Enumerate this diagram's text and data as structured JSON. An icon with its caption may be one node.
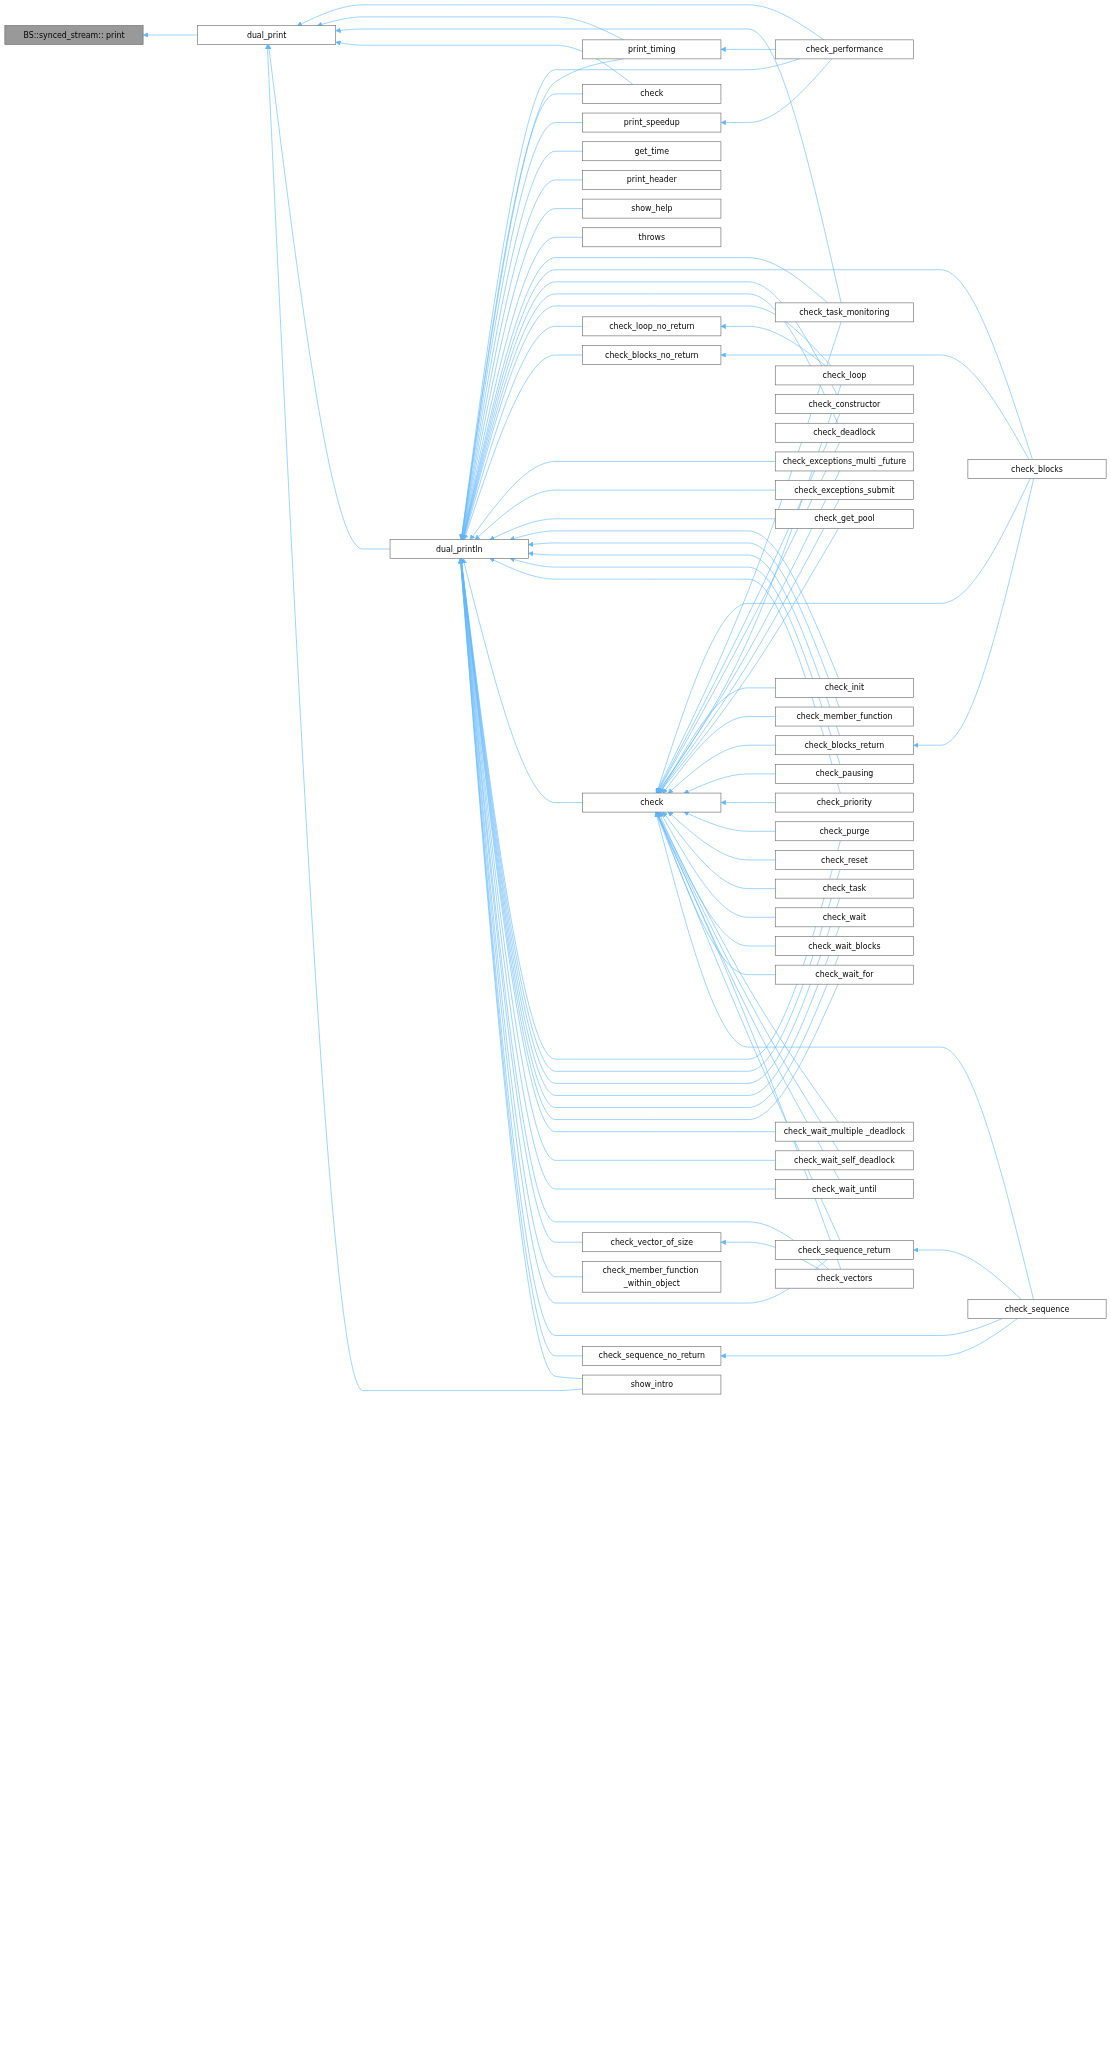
{
  "diagram": {
    "nodes": [
      {
        "text": [
          "print_timing"
        ]
      },
      {
        "text": [
          "check_performance"
        ]
      },
      {
        "text": [
          "dual_print"
        ]
      },
      {
        "text": [
          "BS::synced_stream:: print"
        ]
      },
      {
        "text": [
          "check"
        ]
      },
      {
        "text": [
          "print_speedup"
        ]
      },
      {
        "text": [
          "get_time"
        ]
      },
      {
        "text": [
          "print_header"
        ]
      },
      {
        "text": [
          "show_help"
        ]
      },
      {
        "text": [
          "throws"
        ]
      },
      {
        "text": [
          "check_task_monitoring"
        ]
      },
      {
        "text": [
          "check_constructor"
        ]
      },
      {
        "text": [
          "check_deadlock"
        ]
      },
      {
        "text": [
          "check_loop"
        ]
      },
      {
        "text": [
          "check_loop_no_return"
        ]
      },
      {
        "text": [
          "check_blocks_no_return"
        ]
      },
      {
        "text": [
          "check_exceptions_multi _future"
        ]
      },
      {
        "text": [
          "check_blocks"
        ]
      },
      {
        "text": [
          "check_exceptions_submit"
        ]
      },
      {
        "text": [
          "check_get_pool"
        ]
      },
      {
        "text": [
          "check_init"
        ]
      },
      {
        "text": [
          "check_member_function"
        ]
      },
      {
        "text": [
          "dual_println"
        ]
      },
      {
        "text": [
          "check_blocks_return"
        ]
      },
      {
        "text": [
          "check_pausing"
        ]
      },
      {
        "text": [
          "check_priority"
        ]
      },
      {
        "text": [
          "check"
        ]
      },
      {
        "text": [
          "check_purge"
        ]
      },
      {
        "text": [
          "check_reset"
        ]
      },
      {
        "text": [
          "check_task"
        ]
      },
      {
        "text": [
          "check_wait"
        ]
      },
      {
        "text": [
          "check_wait_blocks"
        ]
      },
      {
        "text": [
          "check_wait_for"
        ]
      },
      {
        "text": [
          "check_wait_multiple _deadlock"
        ]
      },
      {
        "text": [
          "check_wait_self_deadlock"
        ]
      },
      {
        "text": [
          "check_wait_until"
        ]
      },
      {
        "text": [
          "check_vectors"
        ]
      },
      {
        "text": [
          "check_vector_of_size"
        ]
      },
      {
        "text": [
          "check_member_function _within_object"
        ]
      },
      {
        "text": [
          "check_sequence_return"
        ]
      },
      {
        "text": [
          "check_sequence"
        ]
      },
      {
        "text": [
          "check_sequence_no_return"
        ]
      },
      {
        "text": [
          "show_intro"
        ]
      }
    ],
    "edges": [
      {
        "from": 2,
        "to": 3,
        "arrow": "to"
      },
      {
        "from": 1,
        "to": 2,
        "arrow": "to"
      },
      {
        "from": 0,
        "to": 2,
        "arrow": "to"
      },
      {
        "from": 10,
        "to": 2,
        "arrow": "to"
      },
      {
        "from": 4,
        "to": 2,
        "arrow": "to"
      },
      {
        "from": 22,
        "to": 2,
        "arrow": "to"
      },
      {
        "from": 42,
        "to": 2,
        "arrow": "to"
      },
      {
        "from": 1,
        "to": 0,
        "arrow": "to"
      },
      {
        "from": 1,
        "to": 5,
        "arrow": "to"
      },
      {
        "from": 1,
        "to": 22,
        "arrow": "to"
      },
      {
        "from": 0,
        "to": 22,
        "arrow": "to"
      },
      {
        "from": 4,
        "to": 22,
        "arrow": "to"
      },
      {
        "from": 5,
        "to": 22,
        "arrow": "to"
      },
      {
        "from": 6,
        "to": 22,
        "arrow": "to"
      },
      {
        "from": 7,
        "to": 22,
        "arrow": "to"
      },
      {
        "from": 8,
        "to": 22,
        "arrow": "to"
      },
      {
        "from": 9,
        "to": 22,
        "arrow": "to"
      },
      {
        "from": 10,
        "to": 22,
        "arrow": "to"
      },
      {
        "from": 10,
        "to": 26,
        "arrow": "to"
      },
      {
        "from": 17,
        "to": 22,
        "arrow": "to"
      },
      {
        "from": 17,
        "to": 15,
        "arrow": "to"
      },
      {
        "from": 17,
        "to": 23,
        "arrow": "to"
      },
      {
        "from": 17,
        "to": 26,
        "arrow": "to"
      },
      {
        "from": 11,
        "to": 22,
        "arrow": "to"
      },
      {
        "from": 11,
        "to": 26,
        "arrow": "to"
      },
      {
        "from": 12,
        "to": 22,
        "arrow": "to"
      },
      {
        "from": 12,
        "to": 26,
        "arrow": "to"
      },
      {
        "from": 13,
        "to": 14,
        "arrow": "to"
      },
      {
        "from": 13,
        "to": 22,
        "arrow": "to"
      },
      {
        "from": 13,
        "to": 26,
        "arrow": "to"
      },
      {
        "from": 14,
        "to": 22,
        "arrow": "to"
      },
      {
        "from": 15,
        "to": 22,
        "arrow": "to"
      },
      {
        "from": 16,
        "to": 22,
        "arrow": "to"
      },
      {
        "from": 16,
        "to": 26,
        "arrow": "to"
      },
      {
        "from": 18,
        "to": 22,
        "arrow": "to"
      },
      {
        "from": 18,
        "to": 26,
        "arrow": "to"
      },
      {
        "from": 19,
        "to": 22,
        "arrow": "to"
      },
      {
        "from": 19,
        "to": 26,
        "arrow": "to"
      },
      {
        "from": 20,
        "to": 22,
        "arrow": "to"
      },
      {
        "from": 20,
        "to": 26,
        "arrow": "to"
      },
      {
        "from": 21,
        "to": 22,
        "arrow": "to"
      },
      {
        "from": 21,
        "to": 26,
        "arrow": "to"
      },
      {
        "from": 23,
        "to": 22,
        "arrow": "to"
      },
      {
        "from": 23,
        "to": 26,
        "arrow": "to"
      },
      {
        "from": 24,
        "to": 22,
        "arrow": "to"
      },
      {
        "from": 24,
        "to": 26,
        "arrow": "to"
      },
      {
        "from": 25,
        "to": 22,
        "arrow": "to"
      },
      {
        "from": 25,
        "to": 26,
        "arrow": "to"
      },
      {
        "from": 26,
        "to": 22,
        "arrow": "to"
      },
      {
        "from": 27,
        "to": 22,
        "arrow": "to"
      },
      {
        "from": 27,
        "to": 26,
        "arrow": "to"
      },
      {
        "from": 28,
        "to": 22,
        "arrow": "to"
      },
      {
        "from": 28,
        "to": 26,
        "arrow": "to"
      },
      {
        "from": 29,
        "to": 22,
        "arrow": "to"
      },
      {
        "from": 29,
        "to": 26,
        "arrow": "to"
      },
      {
        "from": 30,
        "to": 22,
        "arrow": "to"
      },
      {
        "from": 30,
        "to": 26,
        "arrow": "to"
      },
      {
        "from": 31,
        "to": 22,
        "arrow": "to"
      },
      {
        "from": 31,
        "to": 26,
        "arrow": "to"
      },
      {
        "from": 32,
        "to": 22,
        "arrow": "to"
      },
      {
        "from": 32,
        "to": 26,
        "arrow": "to"
      },
      {
        "from": 33,
        "to": 22,
        "arrow": "to"
      },
      {
        "from": 33,
        "to": 26,
        "arrow": "to"
      },
      {
        "from": 34,
        "to": 22,
        "arrow": "to"
      },
      {
        "from": 34,
        "to": 26,
        "arrow": "to"
      },
      {
        "from": 35,
        "to": 22,
        "arrow": "to"
      },
      {
        "from": 35,
        "to": 26,
        "arrow": "to"
      },
      {
        "from": 36,
        "to": 37,
        "arrow": "to"
      },
      {
        "from": 36,
        "to": 22,
        "arrow": "to"
      },
      {
        "from": 36,
        "to": 26,
        "arrow": "to"
      },
      {
        "from": 37,
        "to": 22,
        "arrow": "to"
      },
      {
        "from": 38,
        "to": 22,
        "arrow": "to"
      },
      {
        "from": 39,
        "to": 22,
        "arrow": "to"
      },
      {
        "from": 39,
        "to": 26,
        "arrow": "to"
      },
      {
        "from": 40,
        "to": 26,
        "arrow": "to"
      },
      {
        "from": 40,
        "to": 39,
        "arrow": "to"
      },
      {
        "from": 40,
        "to": 41,
        "arrow": "to"
      },
      {
        "from": 40,
        "to": 22,
        "arrow": "to"
      },
      {
        "from": 41,
        "to": 22,
        "arrow": "to"
      },
      {
        "from": 42,
        "to": 22,
        "arrow": "to"
      }
    ]
  }
}
